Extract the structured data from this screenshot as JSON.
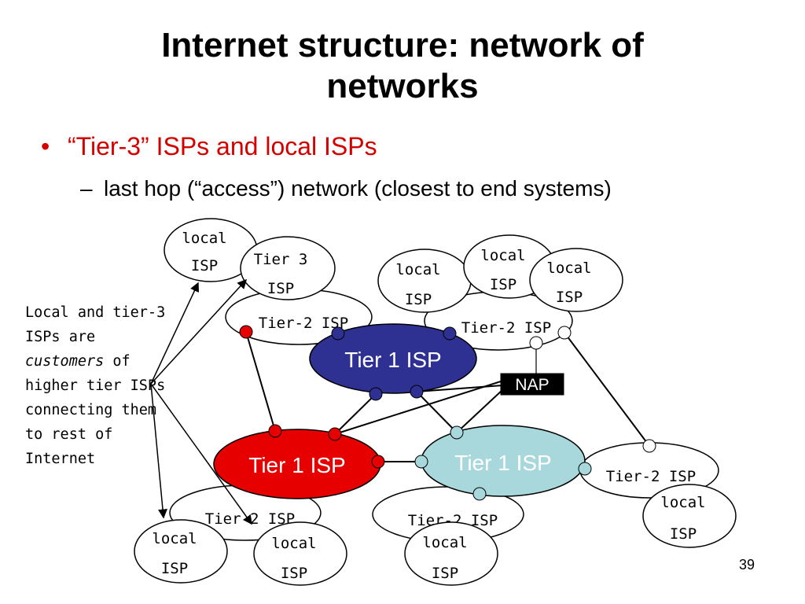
{
  "slide": {
    "title_line1": "Internet structure: network of",
    "title_line2": "networks",
    "bullet_glyph": "•",
    "bullet": "“Tier-3” ISPs and local ISPs",
    "sub_bullet_glyph": "–",
    "sub_bullet": "last hop (“access”) network (closest to end systems)",
    "page_number": "39",
    "note_parts": {
      "before": "Local and tier-3 ISPs are ",
      "emph": "customers",
      "after": " of higher tier ISPs connecting them to rest of Internet"
    }
  },
  "diagram": {
    "tier1_label": "Tier 1 ISP",
    "tier2_label": "Tier-2 ISP",
    "tier3_label_1": "Tier 3",
    "tier3_label_2": "ISP",
    "local_label_1": "local",
    "local_label_2": "ISP",
    "nap_label": "NAP",
    "colors": {
      "tier1_blue": "#2e3192",
      "tier1_red": "#e60000",
      "tier1_light": "#a8d8dc",
      "router_blue": "#2e3192",
      "router_red": "#e60000",
      "router_light": "#a8d8dc",
      "title_red": "#d40000"
    }
  }
}
